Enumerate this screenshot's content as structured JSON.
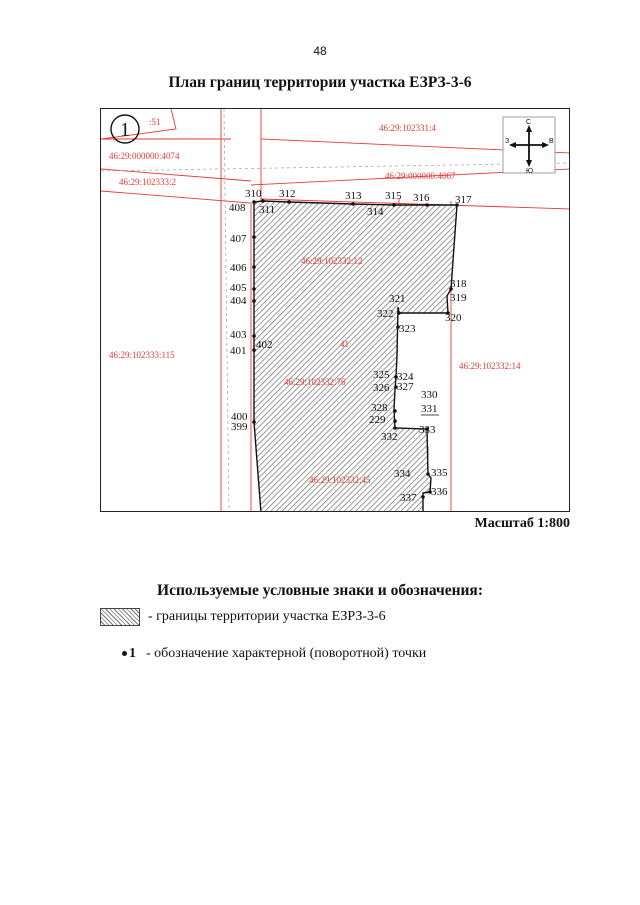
{
  "page_number": "48",
  "title": "План границ территории участка ЕЗРЗ-3-6",
  "map": {
    "sheet_number": "1",
    "parcel_labels": [
      ":51",
      "46:29:000000:4074",
      "46:29:102333:2",
      "46:29:102331:4",
      "46:29:000000:4067",
      "46:29:102332:12",
      "46:29:102333:115",
      "46:29:102332:14",
      "46:29:102332:76",
      "46:29:102332:45",
      "41"
    ],
    "point_labels": [
      "310",
      "312",
      "313",
      "315",
      "316",
      "317",
      "408",
      "311",
      "314",
      "407",
      "406",
      "405",
      "404",
      "318",
      "319",
      "321",
      "322",
      "320",
      "323",
      "403",
      "401",
      "402",
      "325",
      "324",
      "326",
      "327",
      "330",
      "331",
      "328",
      "229",
      "400",
      "399",
      "332",
      "333",
      "334",
      "335",
      "336",
      "337"
    ],
    "compass": {
      "north": "С",
      "south": "Ю",
      "west": "З",
      "east": "В"
    }
  },
  "scale_label": "Масштаб 1:800",
  "legend": {
    "title": "Используемые условные знаки и обозначения:",
    "items": [
      {
        "symbol": "",
        "text": "-  границы территории участка ЕЗРЗ-3-6"
      },
      {
        "symbol": "1",
        "text": "-  обозначение характерной (поворотной) точки"
      }
    ]
  }
}
